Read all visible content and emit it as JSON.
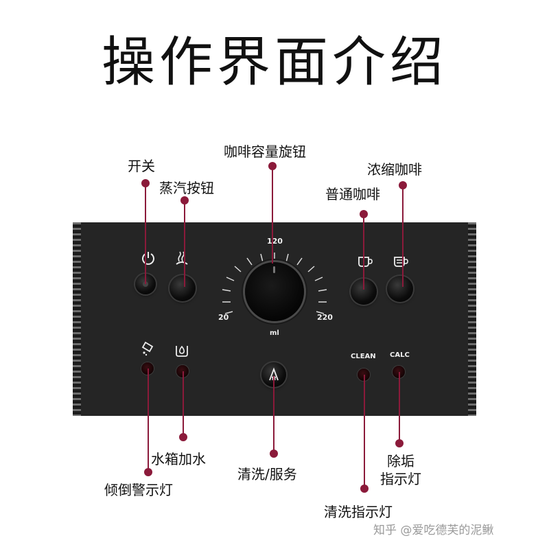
{
  "title": "操作界面介绍",
  "callouts": {
    "power": "开关",
    "steam_button": "蒸汽按钮",
    "volume_knob": "咖啡容量旋钮",
    "regular_coffee": "普通咖啡",
    "espresso": "浓缩咖啡",
    "water_tank": "水箱加水",
    "tilt_warning": "倾倒警示灯",
    "clean_service": "清洗/服务",
    "clean_indicator": "清洗指示灯",
    "descale_line1": "除垢",
    "descale_line2": "指示灯"
  },
  "panel": {
    "knob_max": "120",
    "knob_min": "20",
    "knob_max_right": "220",
    "knob_unit": "ml",
    "clean_label": "CLEAN",
    "calc_label": "CALC"
  },
  "icons": [
    "power-icon",
    "steam-icon",
    "coffee-cup-icon",
    "espresso-cup-icon",
    "tilt-icon",
    "water-drop-icon",
    "clean-service-icon"
  ],
  "colors": {
    "accent": "#8b1a3a",
    "panel": "#252525"
  },
  "watermark": "知乎 @爱吃德芙的泥鳅"
}
